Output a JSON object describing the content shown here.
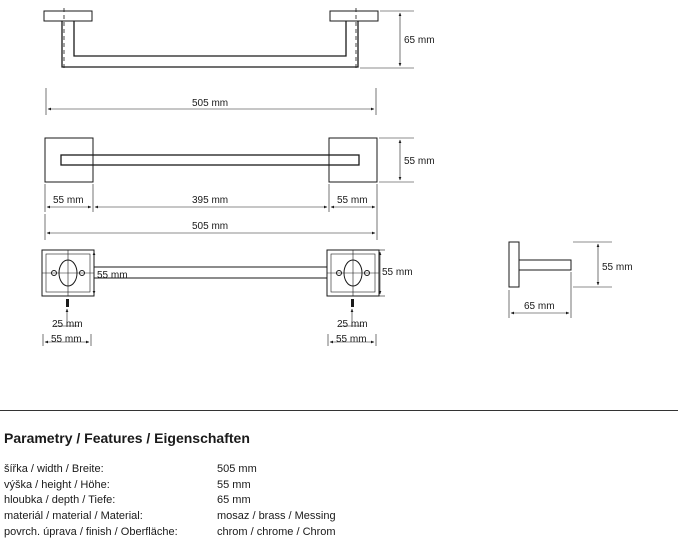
{
  "drawing": {
    "top_view": {
      "height_dim": "65 mm",
      "width_dim": "505 mm"
    },
    "front_view": {
      "height_dim": "55 mm",
      "left_dim": "55 mm",
      "middle_dim": "395 mm",
      "right_dim": "55 mm",
      "total_dim": "505 mm"
    },
    "mount_view": {
      "left_inner_dim": "55 mm",
      "right_height_dim": "55 mm",
      "left_screw_dim": "25 mm",
      "left_base_dim": "55 mm",
      "right_screw_dim": "25 mm",
      "right_base_dim": "55 mm"
    },
    "side_view": {
      "height_dim": "55 mm",
      "depth_dim": "65 mm"
    }
  },
  "features": {
    "title": "Parametry / Features / Eigenschaften",
    "rows": [
      {
        "label": "šířka / width / Breite:",
        "value": "505 mm"
      },
      {
        "label": "výška / height / Höhe:",
        "value": "55 mm"
      },
      {
        "label": "hloubka / depth / Tiefe:",
        "value": "65 mm"
      },
      {
        "label": "materiál / material / Material:",
        "value": "mosaz / brass / Messing"
      },
      {
        "label": "povrch. úprava / finish / Oberfläche:",
        "value": "chrom / chrome / Chrom"
      }
    ]
  }
}
